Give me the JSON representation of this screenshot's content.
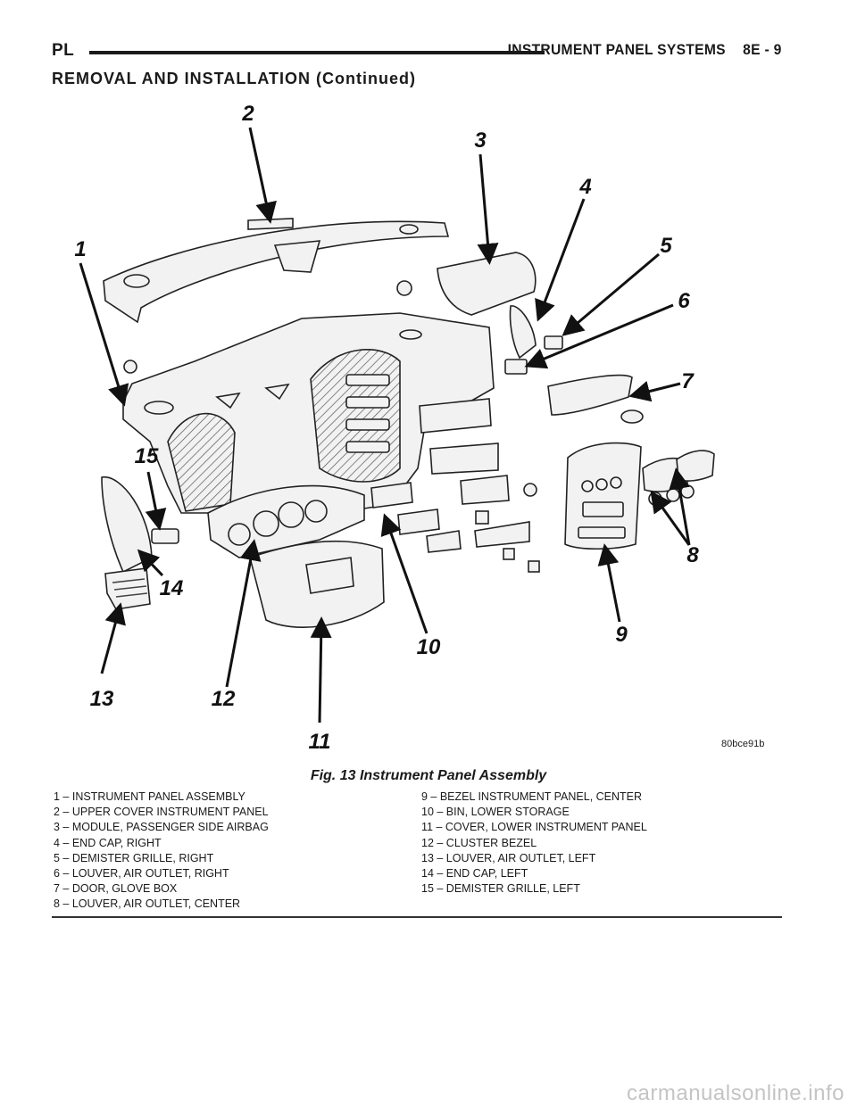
{
  "header": {
    "left": "PL",
    "title": "INSTRUMENT PANEL SYSTEMS",
    "page": "8E - 9"
  },
  "section_title": "REMOVAL AND INSTALLATION (Continued)",
  "figure": {
    "code": "80bce91b",
    "caption": "Fig. 13 Instrument Panel Assembly",
    "callouts": [
      "1",
      "2",
      "3",
      "4",
      "5",
      "6",
      "7",
      "8",
      "9",
      "10",
      "11",
      "12",
      "13",
      "14",
      "15"
    ]
  },
  "legend": {
    "left": [
      "1 – INSTRUMENT PANEL ASSEMBLY",
      "2 – UPPER COVER INSTRUMENT PANEL",
      "3 – MODULE, PASSENGER SIDE AIRBAG",
      "4 – END CAP, RIGHT",
      "5 – DEMISTER GRILLE, RIGHT",
      "6 – LOUVER, AIR OUTLET, RIGHT",
      "7 – DOOR, GLOVE BOX",
      "8 – LOUVER, AIR OUTLET, CENTER"
    ],
    "right": [
      "9 – BEZEL INSTRUMENT PANEL, CENTER",
      "10 – BIN, LOWER STORAGE",
      "11 – COVER, LOWER INSTRUMENT PANEL",
      "12 – CLUSTER BEZEL",
      "13 – LOUVER, AIR OUTLET, LEFT",
      "14 – END CAP, LEFT",
      "15 – DEMISTER GRILLE, LEFT"
    ]
  },
  "watermark": "carmanualsonline.info"
}
